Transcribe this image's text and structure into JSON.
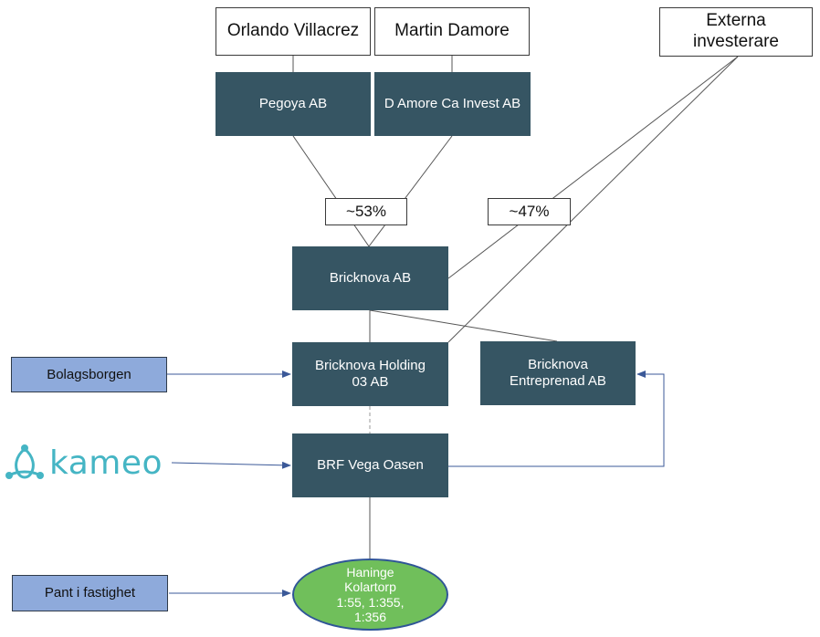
{
  "colors": {
    "company_fill": "#365563",
    "source_fill": "#8eaadb",
    "property_fill": "#70bf5b",
    "property_border": "#2f5597",
    "line": "#555555",
    "arrow": "#3b5998",
    "kameo_brand": "#45b5c4"
  },
  "owners": {
    "orlando": "Orlando Villacrez",
    "martin": "Martin Damore",
    "external": "Externa\ninvesterare"
  },
  "holding_companies": {
    "pegoya": "Pegoya AB",
    "damore": "D Amore Ca Invest AB"
  },
  "ownership_shares": {
    "founders": "~53%",
    "external": "~47%"
  },
  "companies": {
    "bricknova": "Bricknova AB",
    "holding": "Bricknova Holding\n03 AB",
    "entreprenad": "Bricknova\nEntreprenad AB",
    "brf": "BRF Vega Oasen"
  },
  "sources": {
    "bolagsborgen": "Bolagsborgen",
    "pant": "Pant i fastighet"
  },
  "property": {
    "label": "Haninge\nKolartorp\n1:55, 1:355,\n1:356"
  },
  "logo": {
    "text": "kameo",
    "icon": "kameo-knot-icon"
  }
}
